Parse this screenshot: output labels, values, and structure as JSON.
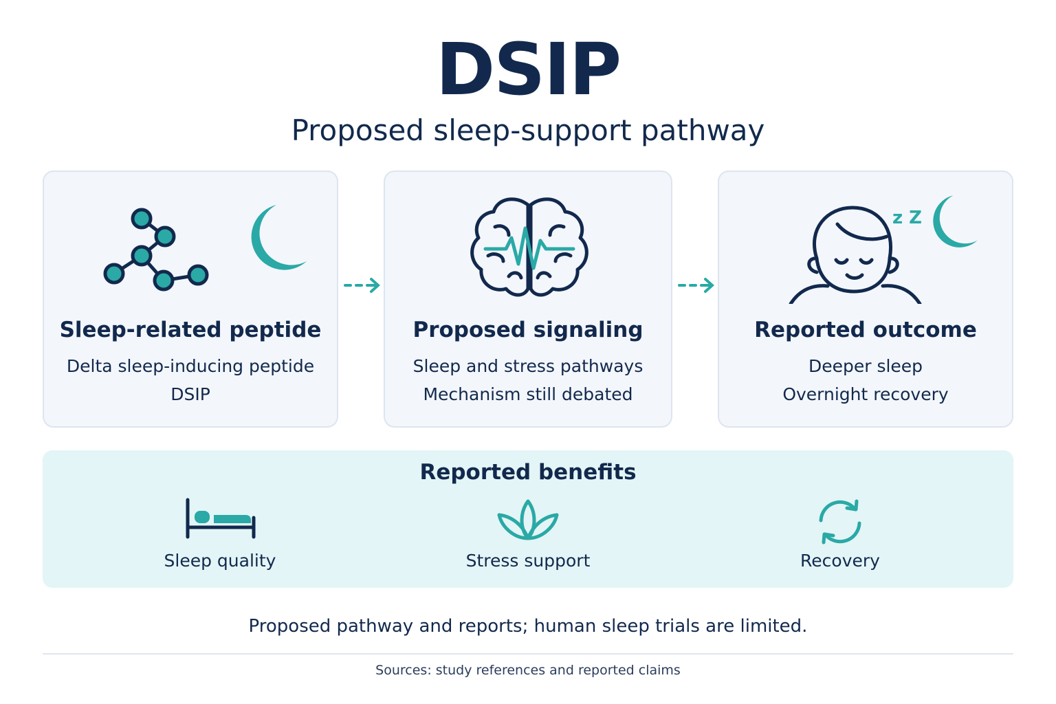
{
  "title": "DSIP",
  "subtitle": "Proposed sleep-support pathway",
  "colors": {
    "navy": "#12294d",
    "teal": "#2aa9a6",
    "card_bg": "#f3f6fb",
    "benefits_bg": "#e3f5f6"
  },
  "cards": [
    {
      "icon": "molecule-moon-icon",
      "title": "Sleep-related peptide",
      "lines": [
        "Delta sleep-inducing peptide",
        "DSIP"
      ]
    },
    {
      "icon": "brain-wave-icon",
      "title": "Proposed signaling",
      "lines": [
        "Sleep and stress pathways",
        "Mechanism still debated"
      ]
    },
    {
      "icon": "sleeping-face-icon",
      "title": "Reported outcome",
      "lines": [
        "Deeper sleep",
        "Overnight recovery"
      ],
      "zz": "z Z"
    }
  ],
  "benefits": {
    "title": "Reported benefits",
    "items": [
      {
        "icon": "bed-icon",
        "label": "Sleep quality"
      },
      {
        "icon": "lotus-icon",
        "label": "Stress support"
      },
      {
        "icon": "refresh-icon",
        "label": "Recovery"
      }
    ]
  },
  "note": "Proposed pathway and reports; human sleep trials are limited.",
  "sources": "Sources: study references and reported claims"
}
